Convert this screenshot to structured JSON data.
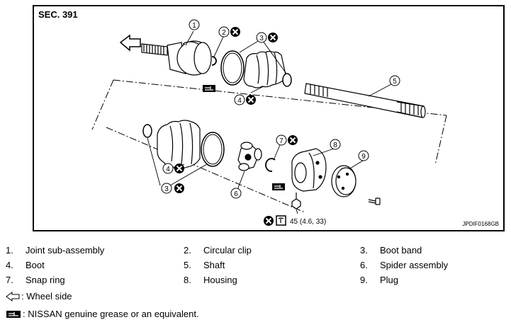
{
  "section": "SEC. 391",
  "image_code": "JPDIF0168GB",
  "torque": "45 (4.6, 33)",
  "callouts": [
    "1",
    "2",
    "3",
    "4",
    "5",
    "6",
    "7",
    "8",
    "9"
  ],
  "legend": [
    {
      "num": "1.",
      "label": "Joint sub-assembly"
    },
    {
      "num": "2.",
      "label": "Circular clip"
    },
    {
      "num": "3.",
      "label": "Boot band"
    },
    {
      "num": "4.",
      "label": "Boot"
    },
    {
      "num": "5.",
      "label": "Shaft"
    },
    {
      "num": "6.",
      "label": "Spider assembly"
    },
    {
      "num": "7.",
      "label": "Snap ring"
    },
    {
      "num": "8.",
      "label": "Housing"
    },
    {
      "num": "9.",
      "label": "Plug"
    }
  ],
  "notes": {
    "wheel_side": ": Wheel side",
    "grease": ": NISSAN genuine grease or an equivalent."
  }
}
